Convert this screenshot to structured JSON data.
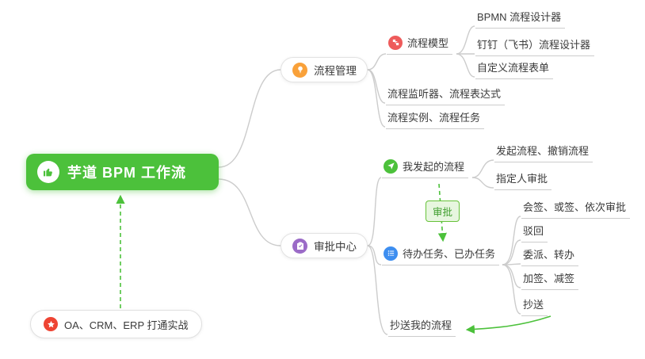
{
  "root": {
    "label": "芋道 BPM 工作流"
  },
  "practice": {
    "label": "OA、CRM、ERP 打通实战"
  },
  "badge": {
    "label": "审批"
  },
  "pm": {
    "label": "流程管理",
    "model": {
      "label": "流程模型",
      "children": [
        "BPMN 流程设计器",
        "钉钉（飞书）流程设计器",
        "自定义流程表单"
      ]
    },
    "listener": {
      "label": "流程监听器、流程表达式"
    },
    "instance": {
      "label": "流程实例、流程任务"
    }
  },
  "ac": {
    "label": "审批中心",
    "initiated": {
      "label": "我发起的流程",
      "children": [
        "发起流程、撤销流程",
        "指定人审批"
      ]
    },
    "tasks": {
      "label": "待办任务、已办任务",
      "children": [
        "会签、或签、依次审批",
        "驳回",
        "委派、转办",
        "加签、减签",
        "抄送"
      ]
    },
    "cc": {
      "label": "抄送我的流程"
    }
  },
  "icons": {
    "root": "thumbs-up-icon",
    "process_management": "lightbulb-icon",
    "process_model": "flow-model-icon",
    "approval_center": "clipboard-check-icon",
    "my_initiated": "send-icon",
    "tasks": "checklist-icon",
    "practice": "star-icon"
  },
  "colors": {
    "root_bg": "#4cc13b",
    "orange": "#f9a13a",
    "pink": "#ee5b5b",
    "purple": "#9b6bc7",
    "green": "#4cc13b",
    "blue": "#3d8ef0",
    "red": "#ee4433",
    "connector_line": "#cccccc",
    "arrow_green": "#4cc13b"
  }
}
